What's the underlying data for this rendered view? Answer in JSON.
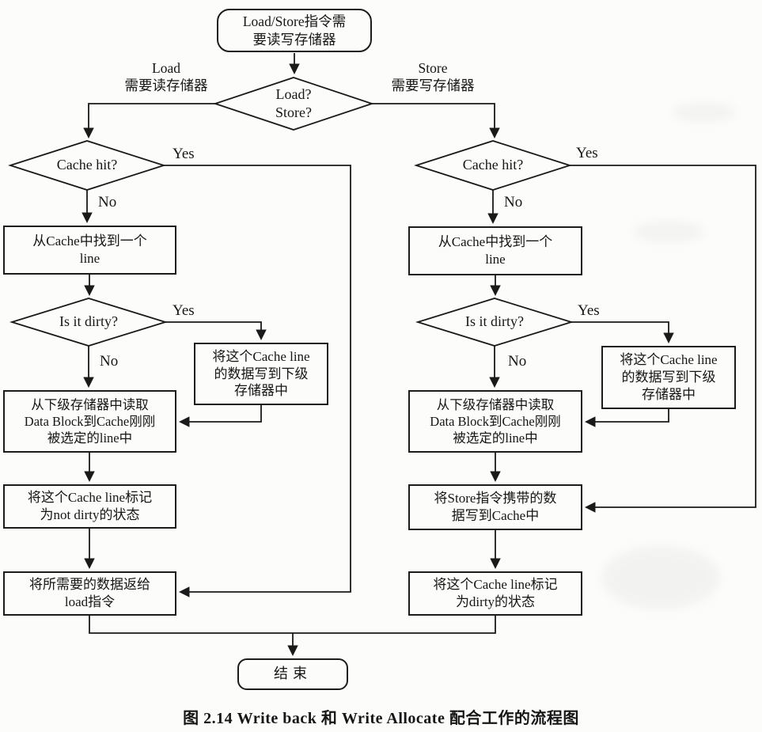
{
  "page": {
    "background": "#fcfcfb",
    "line_color": "#1a1a1a"
  },
  "caption": "图 2.14  Write back 和 Write Allocate 配合工作的流程图",
  "labels": {
    "yes": "Yes",
    "no": "No"
  },
  "branches": {
    "load": "Load\n需要读存储器",
    "store": "Store\n需要写存储器"
  },
  "nodes": {
    "start": "Load/Store指令需\n要读写存储器",
    "decision_load_store": "Load?\nStore?",
    "cache_hit": "Cache hit?",
    "is_it_dirty": "Is it dirty?",
    "find_line": "从Cache中找到一个\nline",
    "write_back_line": "将这个Cache line\n的数据写到下级\n存储器中",
    "read_data_block": "从下级存储器中读取\nData Block到Cache刚刚\n被选定的line中",
    "mark_not_dirty": "将这个Cache line标记\n为not dirty的状态",
    "return_load_data": "将所需要的数据返给\nload指令",
    "write_store_data": "将Store指令携带的数\n据写到Cache中",
    "mark_dirty": "将这个Cache line标记\n为dirty的状态",
    "end": "结束"
  }
}
